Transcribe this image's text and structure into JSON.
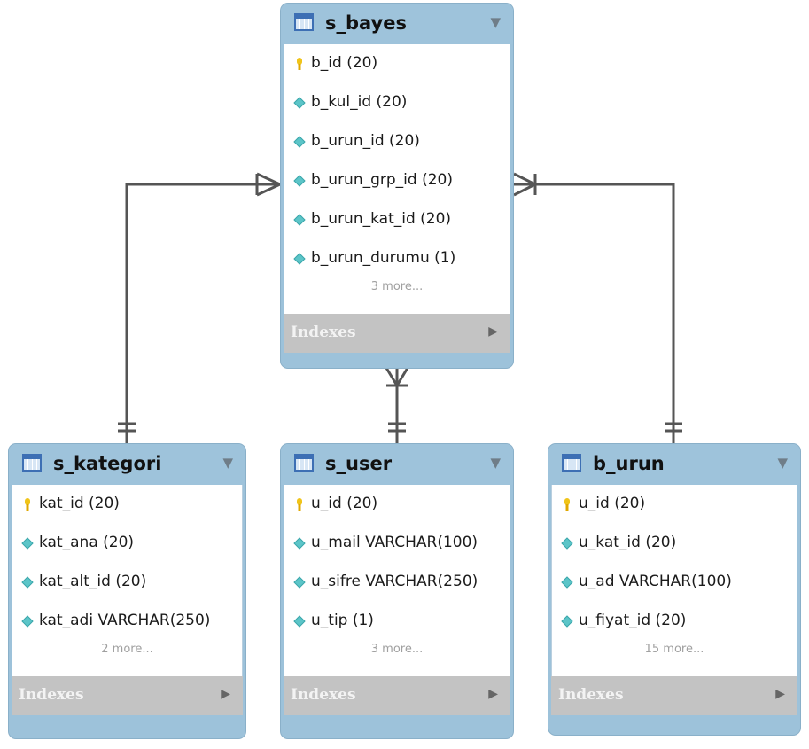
{
  "tables": {
    "s_bayes": {
      "title": "s_bayes",
      "columns": [
        {
          "name": "b_id (20)",
          "key": "primary-key"
        },
        {
          "name": "b_kul_id (20)",
          "key": "column"
        },
        {
          "name": "b_urun_id (20)",
          "key": "column"
        },
        {
          "name": "b_urun_grp_id (20)",
          "key": "column"
        },
        {
          "name": "b_urun_kat_id (20)",
          "key": "column"
        },
        {
          "name": "b_urun_durumu (1)",
          "key": "column"
        }
      ],
      "more": "3 more...",
      "indexes": "Indexes"
    },
    "s_kategori": {
      "title": "s_kategori",
      "columns": [
        {
          "name": "kat_id (20)",
          "key": "primary-key"
        },
        {
          "name": "kat_ana (20)",
          "key": "column"
        },
        {
          "name": "kat_alt_id (20)",
          "key": "column"
        },
        {
          "name": "kat_adi VARCHAR(250)",
          "key": "column"
        }
      ],
      "more": "2 more...",
      "indexes": "Indexes"
    },
    "s_user": {
      "title": "s_user",
      "columns": [
        {
          "name": "u_id (20)",
          "key": "primary-key"
        },
        {
          "name": "u_mail VARCHAR(100)",
          "key": "column"
        },
        {
          "name": "u_sifre VARCHAR(250)",
          "key": "column"
        },
        {
          "name": "u_tip (1)",
          "key": "column"
        }
      ],
      "more": "3 more...",
      "indexes": "Indexes"
    },
    "b_urun": {
      "title": "b_urun",
      "columns": [
        {
          "name": "u_id (20)",
          "key": "primary-key"
        },
        {
          "name": "u_kat_id (20)",
          "key": "column"
        },
        {
          "name": "u_ad VARCHAR(100)",
          "key": "column"
        },
        {
          "name": "u_fiyat_id (20)",
          "key": "column"
        }
      ],
      "more": "15 more...",
      "indexes": "Indexes"
    }
  },
  "relationships": [
    {
      "from": "s_kategori",
      "to": "s_bayes",
      "cardinality": "one-to-many"
    },
    {
      "from": "s_user",
      "to": "s_bayes",
      "cardinality": "one-to-many"
    },
    {
      "from": "b_urun",
      "to": "s_bayes",
      "cardinality": "one-to-many"
    }
  ],
  "colors": {
    "header": "#9ec3db",
    "indexes_bar": "#c3c3c3",
    "key_icon": "#f0c419",
    "column_icon": "#5cc5c8",
    "connector": "#555555"
  }
}
